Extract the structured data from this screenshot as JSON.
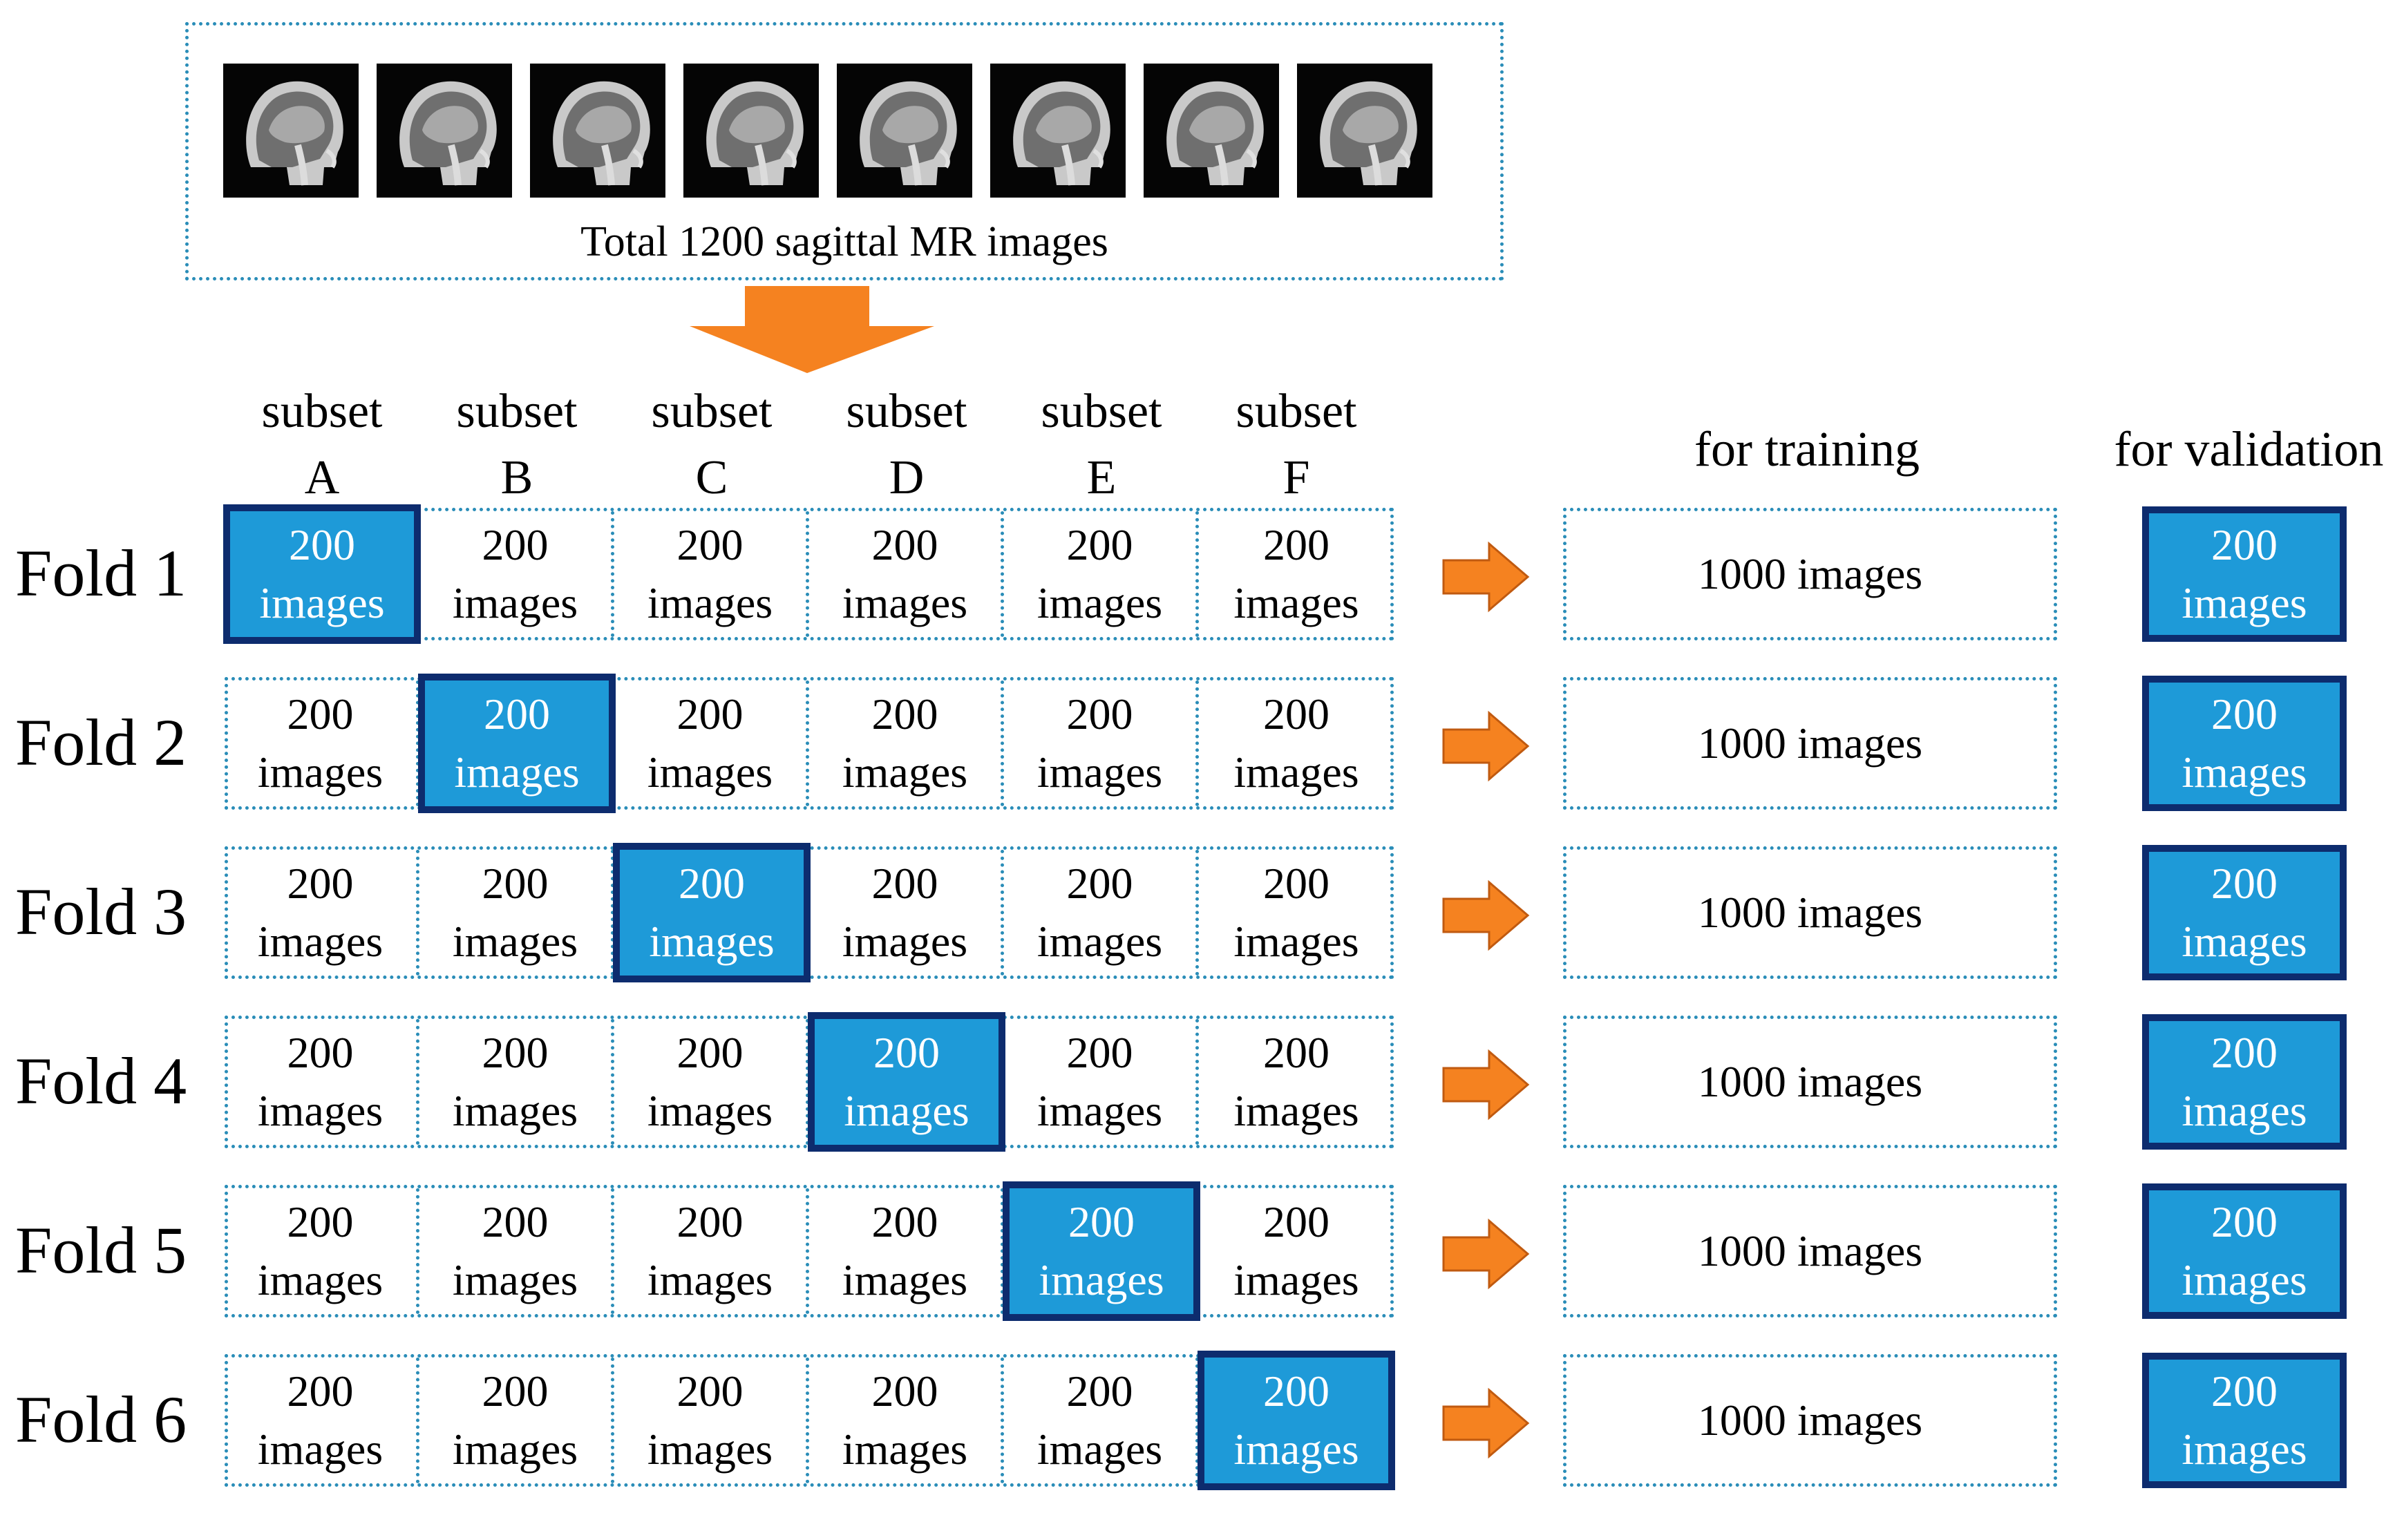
{
  "top_panel": {
    "caption": "Total 1200 sagittal MR images",
    "thumbnails": [
      "mr-thumb-1",
      "mr-thumb-2",
      "mr-thumb-3",
      "mr-thumb-4",
      "mr-thumb-5",
      "mr-thumb-6",
      "mr-thumb-7",
      "mr-thumb-8"
    ]
  },
  "subsets": [
    {
      "line1": "subset",
      "line2": "A"
    },
    {
      "line1": "subset",
      "line2": "B"
    },
    {
      "line1": "subset",
      "line2": "C"
    },
    {
      "line1": "subset",
      "line2": "D"
    },
    {
      "line1": "subset",
      "line2": "E"
    },
    {
      "line1": "subset",
      "line2": "F"
    }
  ],
  "headers": {
    "training": "for training",
    "validation": "for validation"
  },
  "cell_text": {
    "count": "200",
    "unit": "images"
  },
  "training_text": "1000 images",
  "folds": [
    {
      "label": "Fold 1",
      "validation_subset": 0
    },
    {
      "label": "Fold 2",
      "validation_subset": 1
    },
    {
      "label": "Fold 3",
      "validation_subset": 2
    },
    {
      "label": "Fold 4",
      "validation_subset": 3
    },
    {
      "label": "Fold 5",
      "validation_subset": 4
    },
    {
      "label": "Fold 6",
      "validation_subset": 5
    }
  ],
  "colors": {
    "highlight_fill": "#1e9ad8",
    "highlight_border": "#0d2c6e",
    "dotted_border": "#2a8db8",
    "arrow": "#f58220"
  }
}
